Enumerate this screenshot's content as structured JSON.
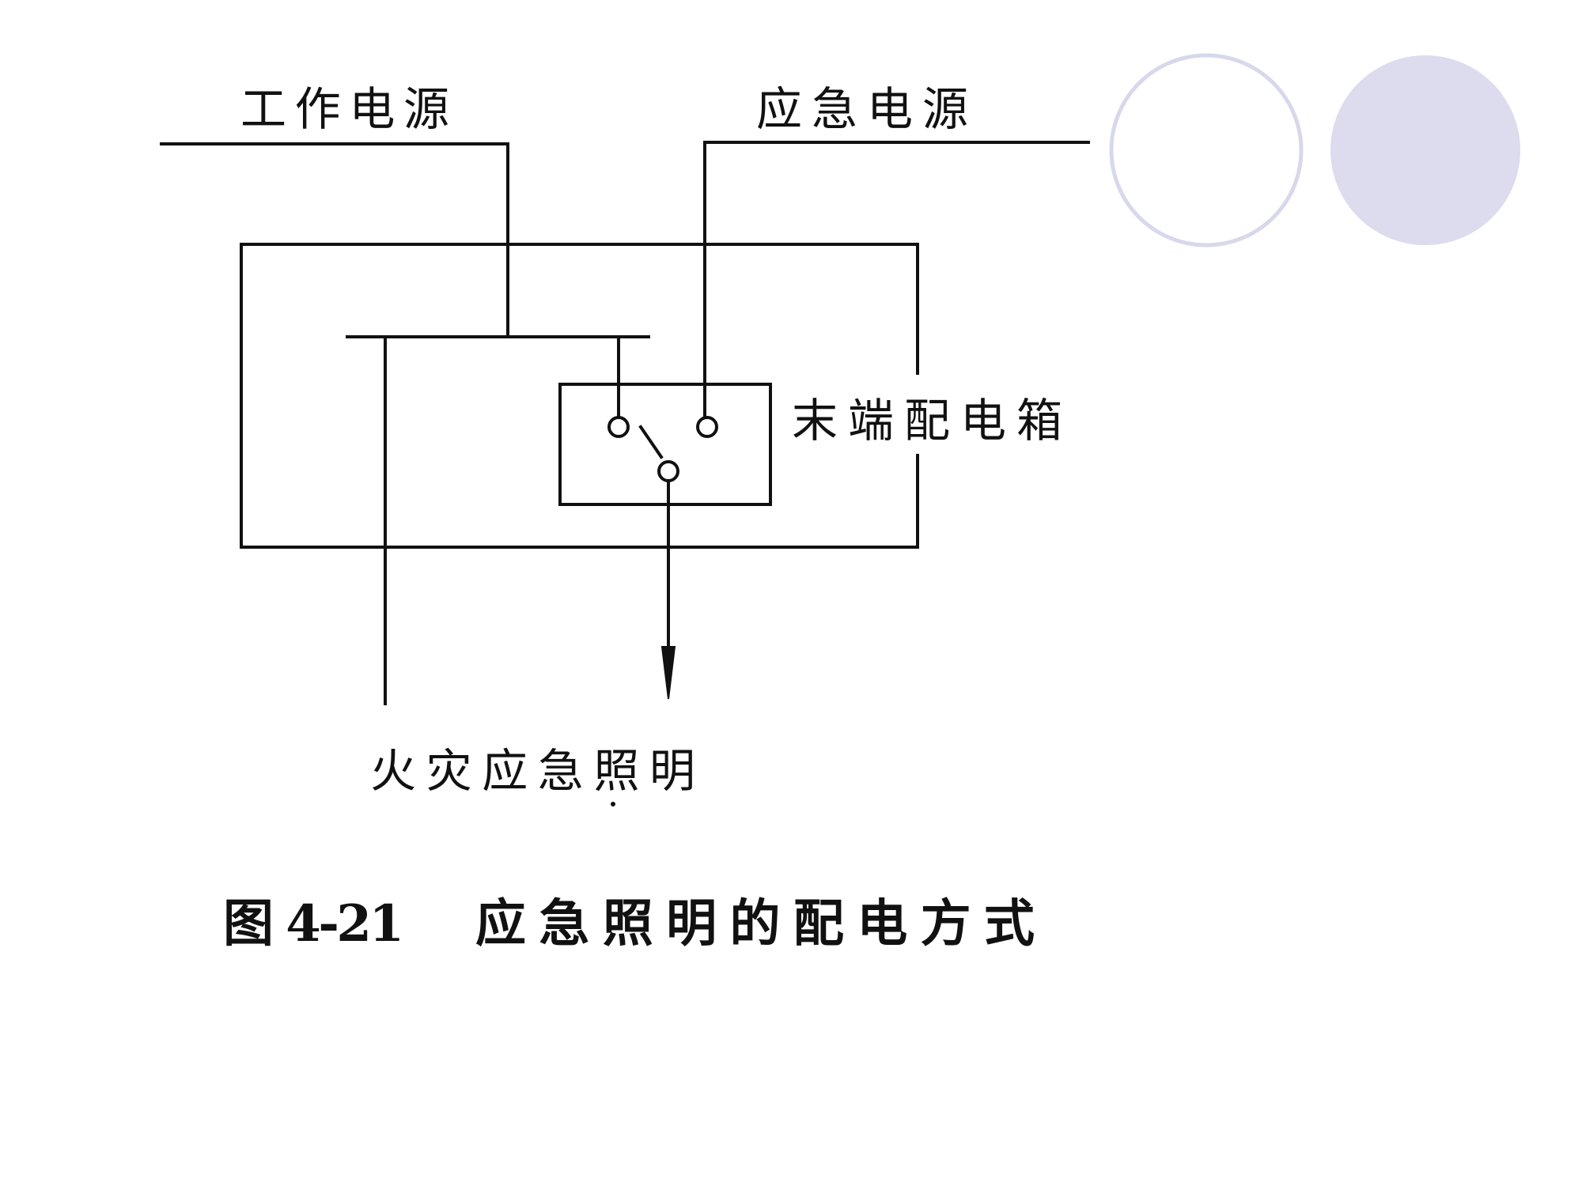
{
  "labels": {
    "work_power": "工作电源",
    "emergency_power": "应急电源",
    "terminal_box": "末端配电箱",
    "fire_emergency_lighting": "火灾应急照明"
  },
  "caption": {
    "figure_number": "图 4-21",
    "title": "应急照明的配电方式"
  },
  "colors": {
    "line": "#111111",
    "decor_outline": "#d8d8ec",
    "decor_fill": "#dcdcee"
  }
}
